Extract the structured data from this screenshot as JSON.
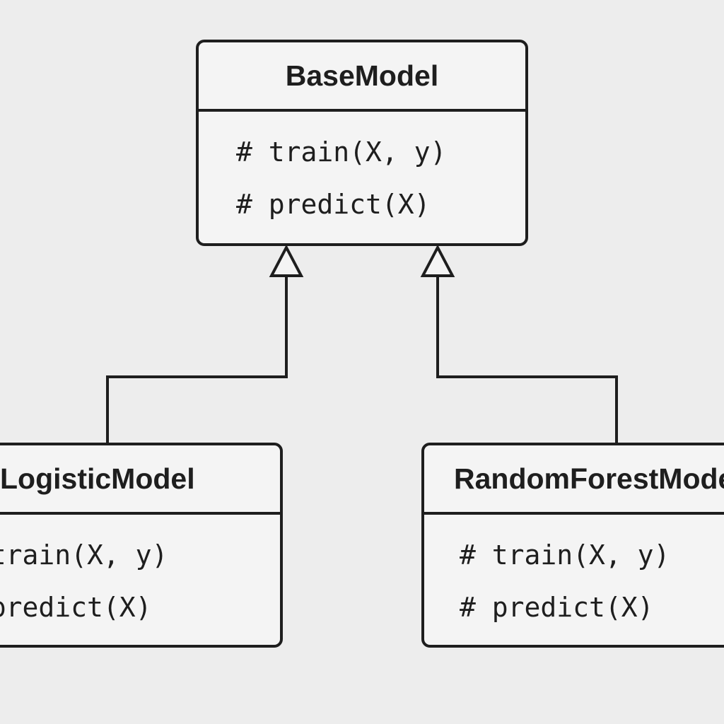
{
  "base_class": {
    "name": "BaseModel",
    "methods": [
      "# train(X, y)",
      "# predict(X)"
    ]
  },
  "logistic_class": {
    "name": "LogisticModel",
    "methods": [
      "# train(X, y)",
      "# predict(X)"
    ]
  },
  "random_forest_class": {
    "name": "RandomForestModel",
    "methods": [
      "# train(X, y)",
      "# predict(X)"
    ]
  },
  "colors": {
    "background": "#ededed",
    "box_fill": "#f4f4f4",
    "stroke": "#1e1e1e"
  }
}
